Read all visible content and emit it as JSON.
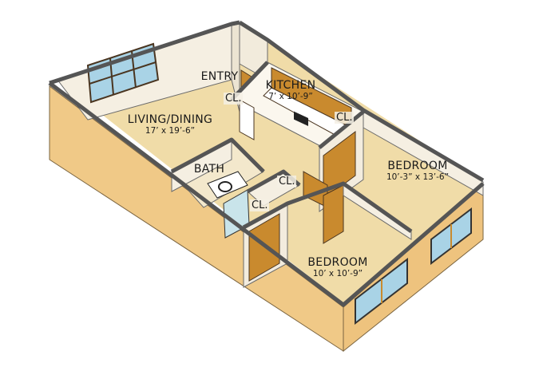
{
  "plan": {
    "title": "Two-bedroom apartment isometric floor plan",
    "rooms": [
      {
        "id": "living",
        "name": "LIVING/DINING",
        "dims": "17’ x 19’-6”"
      },
      {
        "id": "entry",
        "name": "ENTRY",
        "dims": ""
      },
      {
        "id": "kitchen",
        "name": "KITCHEN",
        "dims": "7’ x 10’-9”"
      },
      {
        "id": "bedroom1",
        "name": "BEDROOM",
        "dims": "10’-3” x 13’-6”"
      },
      {
        "id": "bath",
        "name": "BATH",
        "dims": ""
      },
      {
        "id": "bedroom2",
        "name": "BEDROOM",
        "dims": "10’ x 10’-9”"
      }
    ],
    "closets": [
      {
        "id": "cl-entry",
        "label": "CL."
      },
      {
        "id": "cl-kitchen",
        "label": "CL."
      },
      {
        "id": "cl-hall",
        "label": "CL."
      },
      {
        "id": "cl-bath",
        "label": "CL."
      }
    ],
    "colors": {
      "floor_carpet": "#f0dca8",
      "wall_interior": "#f5efe2",
      "wall_exterior": "#f0c987",
      "wall_top": "#555555",
      "door_wood": "#c98a2e",
      "window_glass": "#a9d3e6"
    }
  }
}
